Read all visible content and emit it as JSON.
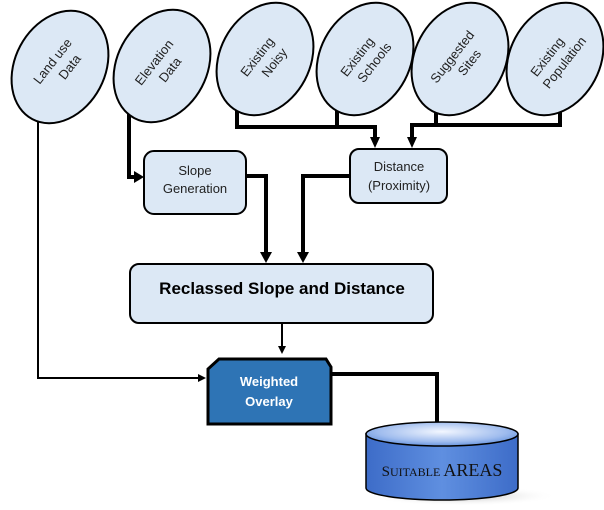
{
  "diagram": {
    "inputs": [
      {
        "id": "land-use",
        "line1": "Land use",
        "line2": "Data"
      },
      {
        "id": "elevation",
        "line1": "Elevation",
        "line2": "Data"
      },
      {
        "id": "existing-noisy",
        "line1": "Existing",
        "line2": "Noisy"
      },
      {
        "id": "existing-schools",
        "line1": "Existing",
        "line2": "Schools"
      },
      {
        "id": "suggested-sites",
        "line1": "Suggested",
        "line2": "Sites"
      },
      {
        "id": "existing-population",
        "line1": "Existing",
        "line2": "Population"
      }
    ],
    "slope": {
      "line1": "Slope",
      "line2": "Generation"
    },
    "distance": {
      "line1": "Distance",
      "line2": "(Proximity)"
    },
    "reclassed": {
      "label": "Reclassed Slope and Distance"
    },
    "overlay": {
      "line1": "Weighted",
      "line2": "Overlay"
    },
    "output": {
      "word1_cap": "S",
      "word1_rest": "UITABLE",
      "word2": "AREAS"
    },
    "colors": {
      "node_fill": "#dce8f5",
      "overlay_fill": "#2e74b5",
      "cylinder": "#4a7fd4"
    }
  }
}
